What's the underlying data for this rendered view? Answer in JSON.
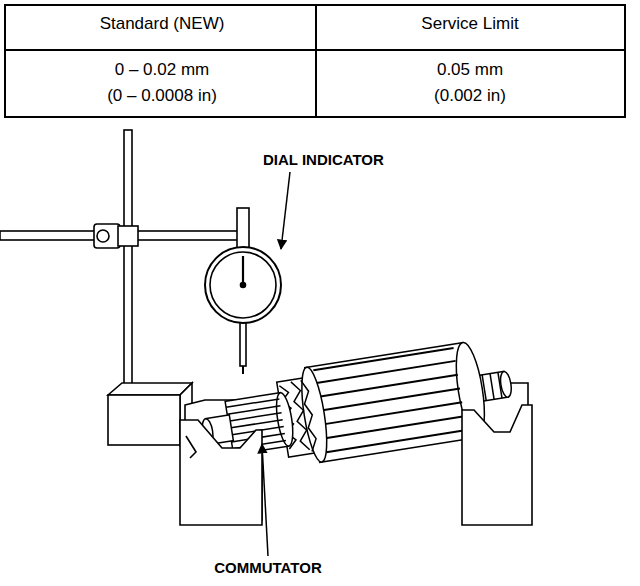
{
  "diagram": {
    "labels": [
      "Standard (NEW)",
      "Service Limit",
      "0 – 0.02 mm",
      "(0 – 0.0008 in)",
      "0.05 mm",
      "(0.002 in)",
      "DIAL INDICATOR",
      "COMMUTATOR"
    ]
  }
}
